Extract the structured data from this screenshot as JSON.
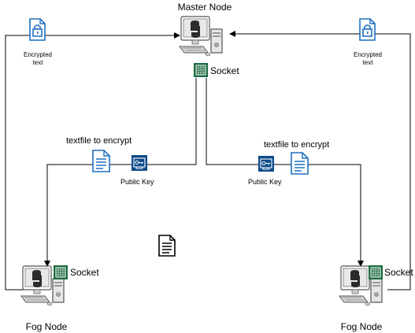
{
  "nodes": {
    "master": {
      "label": "Master Node",
      "socket_label": "Socket"
    },
    "fog_left": {
      "label": "Fog Node",
      "socket_label": "Socket"
    },
    "fog_right": {
      "label": "Fog Node",
      "socket_label": "Socket"
    }
  },
  "labels": {
    "encrypted_left_line1": "Encrypted",
    "encrypted_left_line2": "text",
    "encrypted_right_line1": "Encrypted",
    "encrypted_right_line2": "text",
    "textfile_left": "textfile to encrypt",
    "textfile_right": "textfile to encrypt",
    "public_key_left": "Public Key",
    "public_key_right": "Public Key"
  },
  "icons": {
    "computer": "python-computer-icon",
    "socket": "socket-icon",
    "lock_file": "encrypted-file-icon",
    "text_file": "text-file-icon",
    "public_key": "public-key-icon",
    "document": "document-icon"
  },
  "colors": {
    "icon_blue": "#1e6fc1",
    "socket_green": "#1d6b43",
    "key_blue": "#0e4c8a",
    "line": "#000000"
  }
}
